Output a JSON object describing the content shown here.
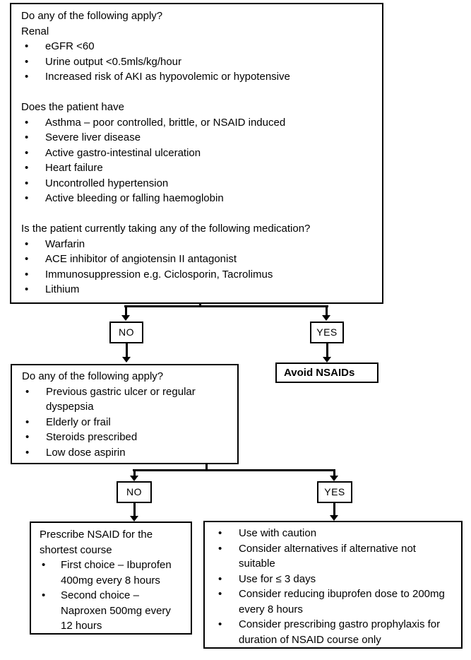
{
  "colors": {
    "ink": "#000000",
    "background": "#ffffff"
  },
  "flowchart": {
    "top_box": {
      "q1": "Do any of the following apply?",
      "q1_sub": "Renal",
      "renal_bullets": [
        "eGFR <60",
        "Urine output <0.5mls/kg/hour",
        "Increased risk of AKI as hypovolemic or hypotensive"
      ],
      "q2": "Does the patient have",
      "condition_bullets": [
        "Asthma – poor controlled, brittle, or NSAID induced",
        "Severe liver disease",
        "Active gastro-intestinal ulceration",
        "Heart failure",
        "Uncontrolled hypertension",
        "Active bleeding or falling haemoglobin"
      ],
      "q3": "Is the patient currently taking any of the following medication?",
      "medication_bullets": [
        "Warfarin",
        "ACE inhibitor of angiotensin II antagonist",
        "Immunosuppression e.g. Ciclosporin, Tacrolimus",
        "Lithium"
      ]
    },
    "branch1": {
      "no": "NO",
      "yes": "YES"
    },
    "avoid_box": {
      "label": "Avoid NSAIDs"
    },
    "middle_box": {
      "q": "Do any of the following apply?",
      "bullets": [
        "Previous gastric ulcer or regular dyspepsia",
        "Elderly or frail",
        "Steroids prescribed",
        "Low dose aspirin"
      ]
    },
    "branch2": {
      "no": "NO",
      "yes": "YES"
    },
    "prescribe_box": {
      "heading": "Prescribe NSAID for the shortest course",
      "bullets": [
        "First choice – Ibuprofen 400mg every 8 hours",
        "Second choice – Naproxen 500mg every 12 hours"
      ]
    },
    "caution_box": {
      "bullets": [
        "Use with caution",
        "Consider alternatives if alternative not suitable",
        "Use for ≤ 3 days",
        "Consider reducing ibuprofen dose to 200mg every 8 hours",
        "Consider prescribing gastro prophylaxis for duration of NSAID course only"
      ]
    }
  }
}
